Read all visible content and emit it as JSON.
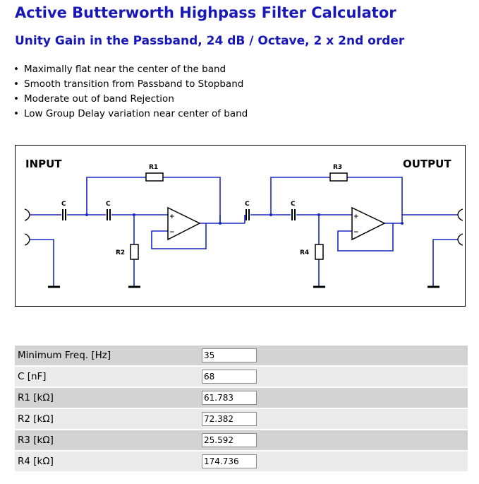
{
  "page": {
    "title": "Active Butterworth Highpass Filter Calculator",
    "subtitle": "Unity Gain in the Passband, 24 dB / Octave, 2 x 2nd order"
  },
  "features": [
    "Maximally flat near the center of the band",
    "Smooth transition from Passband to Stopband",
    "Moderate out of band Rejection",
    "Low Group Delay variation near center of band"
  ],
  "schematic": {
    "input_label": "INPUT",
    "output_label": "OUTPUT",
    "component_labels": {
      "c1": "C",
      "c2": "C",
      "c3": "C",
      "c4": "C",
      "r1": "R1",
      "r2": "R2",
      "r3": "R3",
      "r4": "R4",
      "opamp1_plus": "+",
      "opamp1_minus": "−",
      "opamp2_plus": "+",
      "opamp2_minus": "−"
    },
    "colors": {
      "wire": "#1a28c8",
      "component": "#000000"
    }
  },
  "parameters": [
    {
      "label": "Minimum Freq. [Hz]",
      "value": "35"
    },
    {
      "label": "C [nF]",
      "value": "68"
    },
    {
      "label": "R1 [kΩ]",
      "value": "61.783"
    },
    {
      "label": "R2 [kΩ]",
      "value": "72.382"
    },
    {
      "label": "R3 [kΩ]",
      "value": "25.592"
    },
    {
      "label": "R4 [kΩ]",
      "value": "174.736"
    }
  ]
}
